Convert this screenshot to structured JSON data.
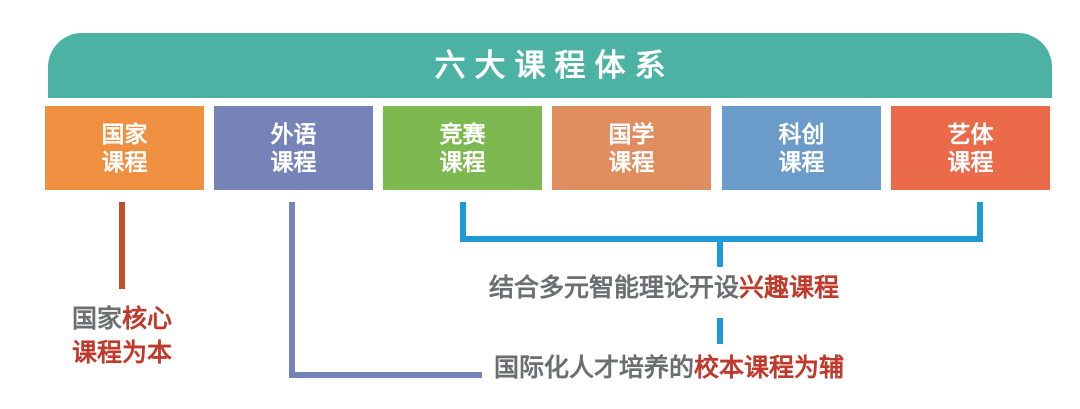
{
  "title": {
    "text": "六大课程体系",
    "background_color": "#4cb3a4",
    "text_color": "#ffffff"
  },
  "course_boxes": [
    {
      "name": "national",
      "line1": "国家",
      "line2": "课程",
      "color": "#ef9041"
    },
    {
      "name": "foreign",
      "line1": "外语",
      "line2": "课程",
      "color": "#7683b8"
    },
    {
      "name": "contest",
      "line1": "竞赛",
      "line2": "课程",
      "color": "#7eb850"
    },
    {
      "name": "sinology",
      "line1": "国学",
      "line2": "课程",
      "color": "#e08e5f"
    },
    {
      "name": "innovation",
      "line1": "科创",
      "line2": "课程",
      "color": "#6b9bc9"
    },
    {
      "name": "art_sport",
      "line1": "艺体",
      "line2": "课程",
      "color": "#ea6a4a"
    }
  ],
  "annotations": {
    "national": {
      "line1_plain": "国家",
      "line1_highlight": "核心",
      "line2_highlight": "课程为本",
      "plain_color": "#6d6e71",
      "highlight_color": "#c0392b"
    },
    "interest": {
      "plain": "结合多元智能理论开设",
      "highlight": "兴趣课程"
    },
    "school_based": {
      "plain": "国际化人才培养的",
      "highlight": "校本课程为辅"
    }
  },
  "connectors": {
    "national_line_color": "#c0502b",
    "foreign_line_color": "#7683b8",
    "bracket_color": "#1e9bd7"
  }
}
